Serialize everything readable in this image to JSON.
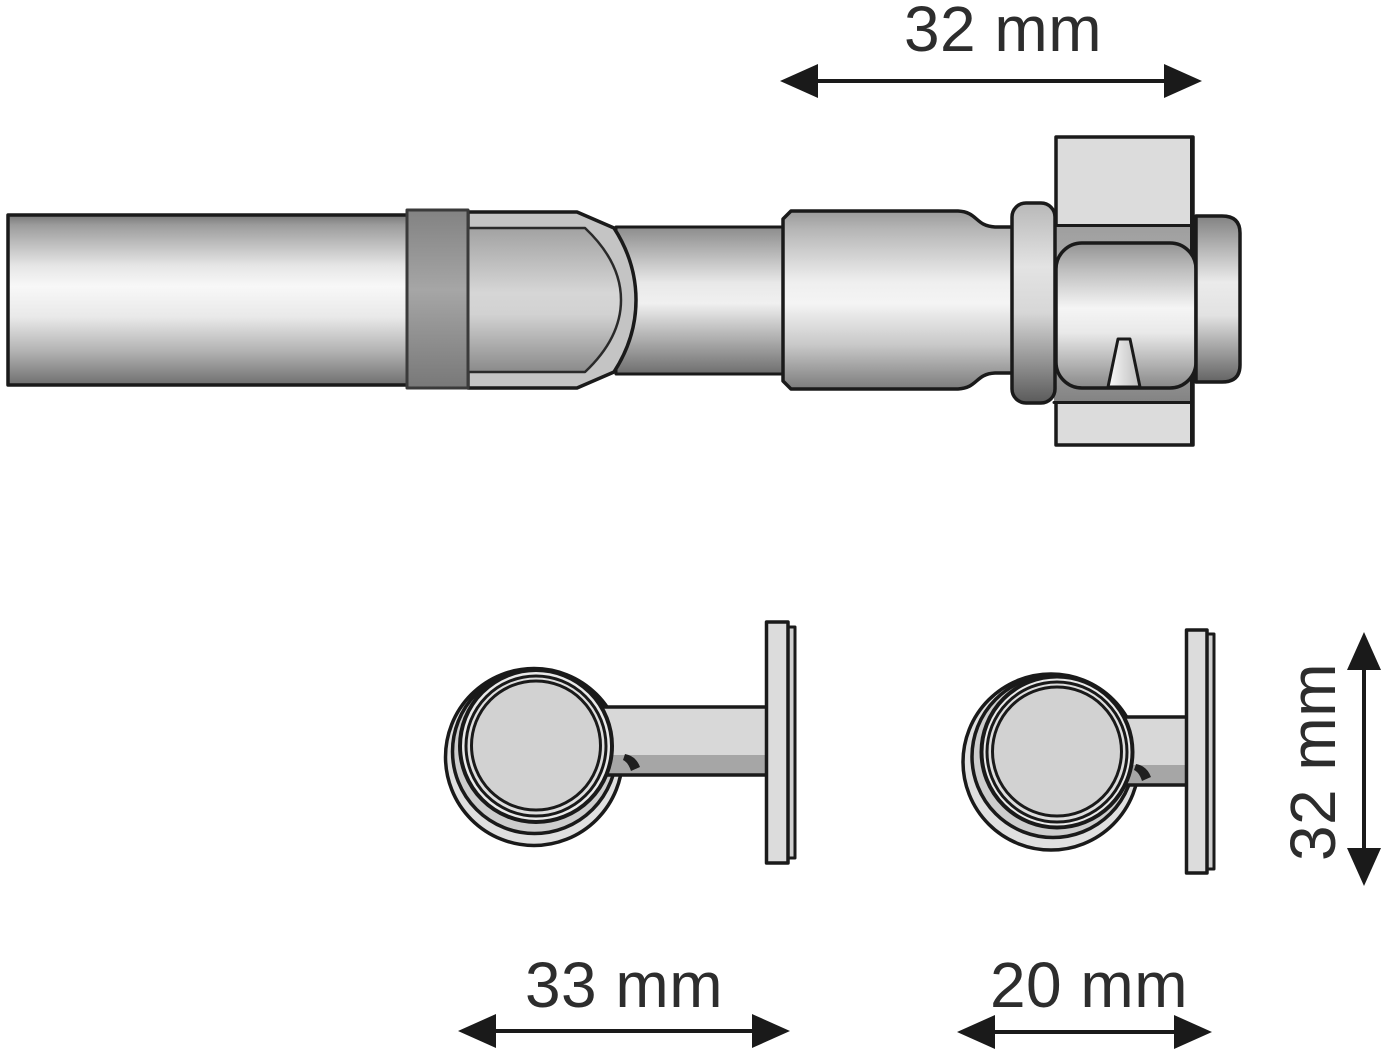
{
  "diagram": {
    "type": "technical-dimension-drawing",
    "subject": "curtain-rod-end-with-wall-brackets",
    "background_color": "#ffffff",
    "line_color": "#1a1a1a",
    "text_color": "#2d2d2d",
    "metal_light": "#f5f5f5",
    "metal_dark": "#6f6f6f",
    "plate_fill": "#dcdcdc",
    "dimensions": {
      "rod_end_length": "32 mm",
      "bracket_large_depth": "33 mm",
      "bracket_small_depth": "20 mm",
      "bracket_height": "32 mm"
    }
  }
}
